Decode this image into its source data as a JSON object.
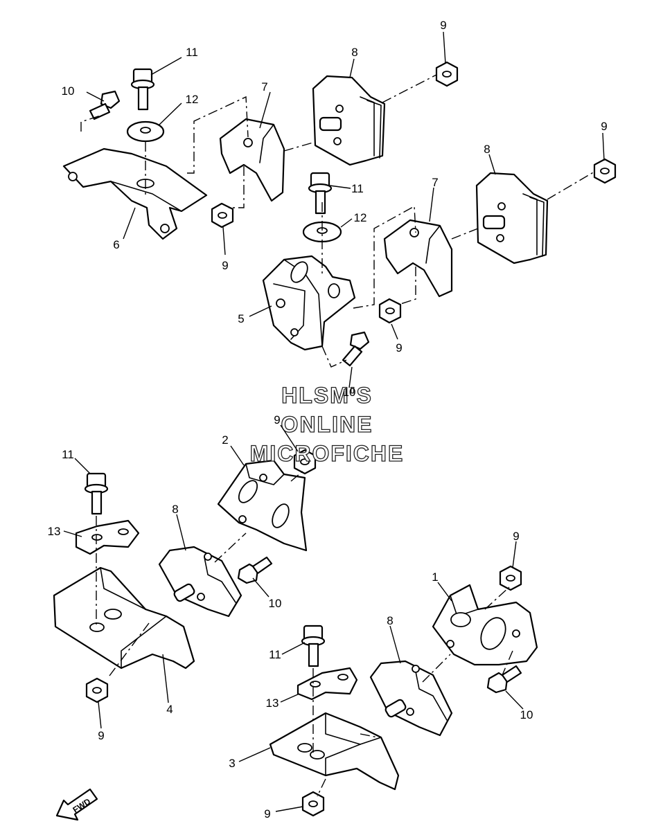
{
  "watermark": {
    "line1": "HLSM'S",
    "line2": "ONLINE",
    "line3": "MICROFICHE"
  },
  "direction_label": "FWD",
  "callouts": {
    "c1": "1",
    "c2": "2",
    "c3": "3",
    "c4": "4",
    "c5": "5",
    "c6": "6",
    "c7a": "7",
    "c7b": "7",
    "c8a": "8",
    "c8b": "8",
    "c8c": "8",
    "c8d": "8",
    "c9a": "9",
    "c9b": "9",
    "c9c": "9",
    "c9d": "9",
    "c9e": "9",
    "c9f": "9",
    "c9g": "9",
    "c9h": "9",
    "c10a": "10",
    "c10b": "10",
    "c10c": "10",
    "c10d": "10",
    "c11a": "11",
    "c11b": "11",
    "c11c": "11",
    "c11d": "11",
    "c12a": "12",
    "c12b": "12",
    "c13a": "13",
    "c13b": "13"
  }
}
